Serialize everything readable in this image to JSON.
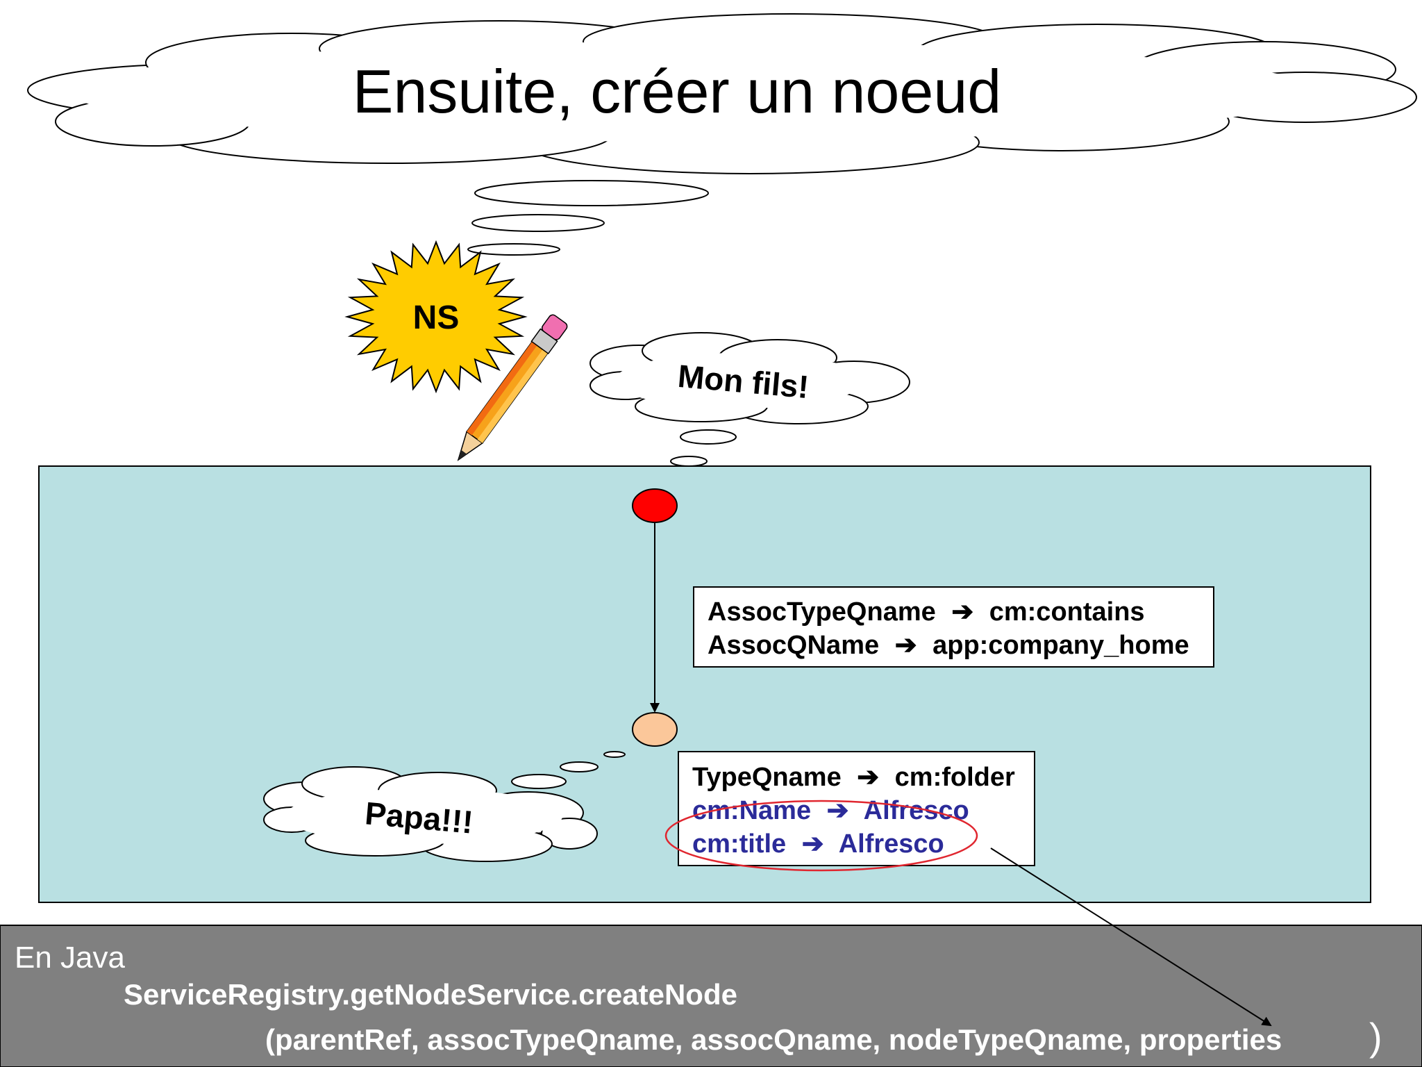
{
  "title": "Ensuite, créer un noeud",
  "starburst_label": "NS",
  "bubble_child": "Mon fils!",
  "bubble_parent": "Papa!!!",
  "assoc_box": {
    "line1_key": "AssocTypeQname",
    "line1_value": "cm:contains",
    "line2_key": "AssocQName",
    "line2_value": "app:company_home"
  },
  "type_box": {
    "line1_key": "TypeQname",
    "line1_value": "cm:folder",
    "line2_key": "cm:Name",
    "line2_value": "Alfresco",
    "line3_key": "cm:title",
    "line3_value": "Alfresco"
  },
  "java": {
    "heading": "En Java",
    "call": "ServiceRegistry.getNodeService.createNode",
    "args": "(parentRef, assocTypeQname, assocQname, nodeTypeQname, properties",
    "close_paren": ")"
  },
  "arrow_glyph": "➔",
  "colors": {
    "panel": "#b9e0e2",
    "parent_node": "#ff0000",
    "child_node": "#fbc79a",
    "starburst": "#ffcc00",
    "highlight_ellipse": "#e0262f",
    "blue_text": "#2b2b99",
    "java_bar": "#808080"
  }
}
